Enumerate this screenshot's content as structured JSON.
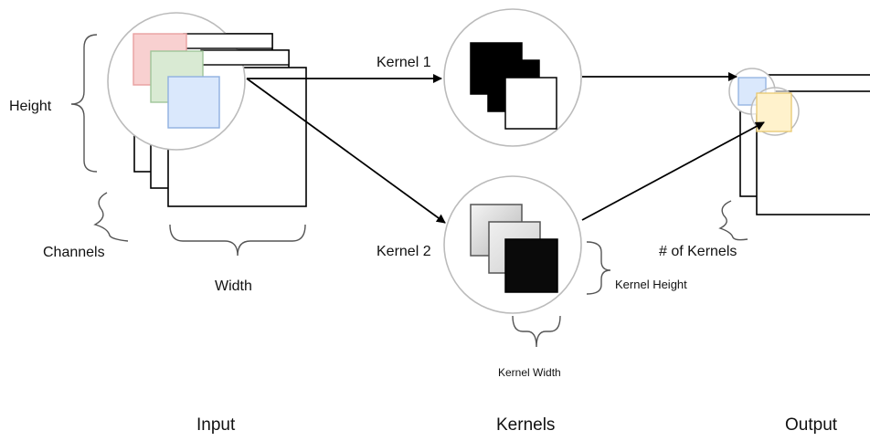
{
  "labels": {
    "height": "Height",
    "channels": "Channels",
    "width": "Width",
    "kernel1": "Kernel 1",
    "kernel2": "Kernel 2",
    "kernel_height": "Kernel Height",
    "kernel_width": "Kernel Width",
    "num_kernels": "# of Kernels"
  },
  "sections": {
    "input": "Input",
    "kernels": "Kernels",
    "output": "Output"
  },
  "colors": {
    "red_patch": "#f8d0d0",
    "green_patch": "#d9ead3",
    "blue_patch": "#dae8fc",
    "yellow_patch": "#fff2cc",
    "lens_stroke": "#bbbbbb",
    "line": "#000000"
  }
}
